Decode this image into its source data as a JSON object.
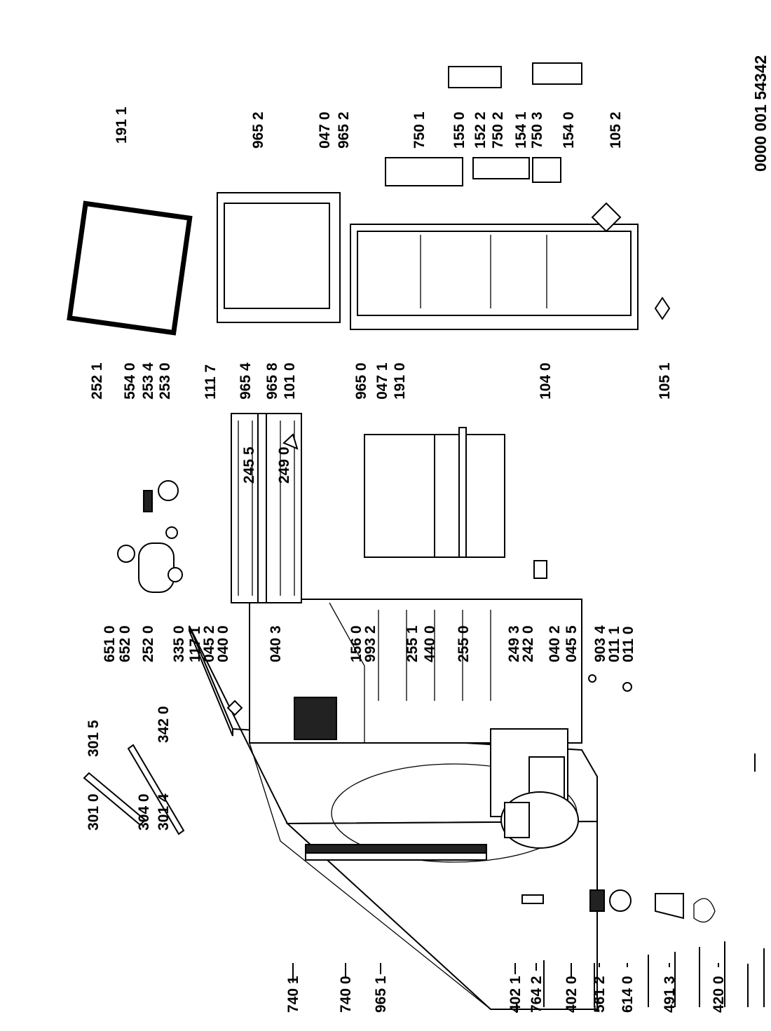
{
  "reference": "0000 001 54342",
  "labels": [
    "740 1",
    "740 0",
    "965 1",
    "402 1",
    "764 2",
    "402 0",
    "561 2",
    "614 0",
    "491 3",
    "420 0",
    "301 0",
    "304 0",
    "301 4",
    "301 5",
    "342 0",
    "045 2",
    "040 0",
    "040 3",
    "156 0",
    "993 2",
    "255 1",
    "440 0",
    "255 0",
    "249 3",
    "242 0",
    "040 2",
    "045 5",
    "903 4",
    "011 1",
    "011 0",
    "651 0",
    "652 0",
    "252 0",
    "335 0",
    "117 1",
    "245 5",
    "249 0",
    "252 1",
    "554 0",
    "253 4",
    "253 0",
    "111 7",
    "965 4",
    "965 8",
    "101 0",
    "965 0",
    "047 1",
    "191 0",
    "104 0",
    "105 1",
    "191 1",
    "965 2",
    "047 0",
    "965 2",
    "750 1",
    "155 0",
    "152 2",
    "750 2",
    "154 1",
    "750 3",
    "154 0",
    "105 2"
  ]
}
